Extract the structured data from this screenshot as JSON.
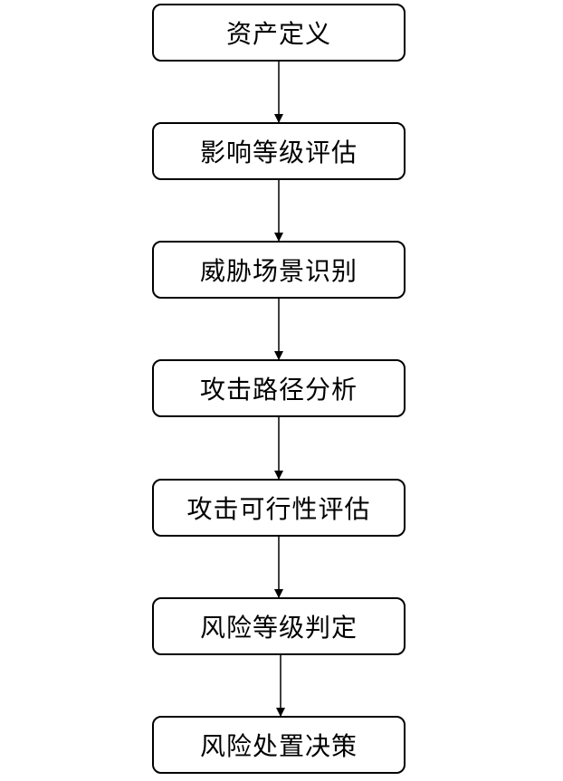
{
  "diagram": {
    "steps": [
      {
        "id": "asset-definition",
        "label": "资产定义"
      },
      {
        "id": "impact-rating",
        "label": "影响等级评估"
      },
      {
        "id": "threat-scenario-identification",
        "label": "威胁场景识别"
      },
      {
        "id": "attack-path-analysis",
        "label": "攻击路径分析"
      },
      {
        "id": "attack-feasibility-rating",
        "label": "攻击可行性评估"
      },
      {
        "id": "risk-level-determination",
        "label": "风险等级判定"
      },
      {
        "id": "risk-treatment-decision",
        "label": "风险处置决策"
      }
    ],
    "connections": [
      {
        "from": "asset-definition",
        "to": "impact-rating"
      },
      {
        "from": "impact-rating",
        "to": "threat-scenario-identification"
      },
      {
        "from": "threat-scenario-identification",
        "to": "attack-path-analysis"
      },
      {
        "from": "attack-path-analysis",
        "to": "attack-feasibility-rating"
      },
      {
        "from": "attack-feasibility-rating",
        "to": "risk-level-determination"
      },
      {
        "from": "risk-level-determination",
        "to": "risk-treatment-decision"
      }
    ],
    "colors": {
      "stroke": "#000000",
      "fill": "#ffffff",
      "text": "#000000"
    }
  }
}
